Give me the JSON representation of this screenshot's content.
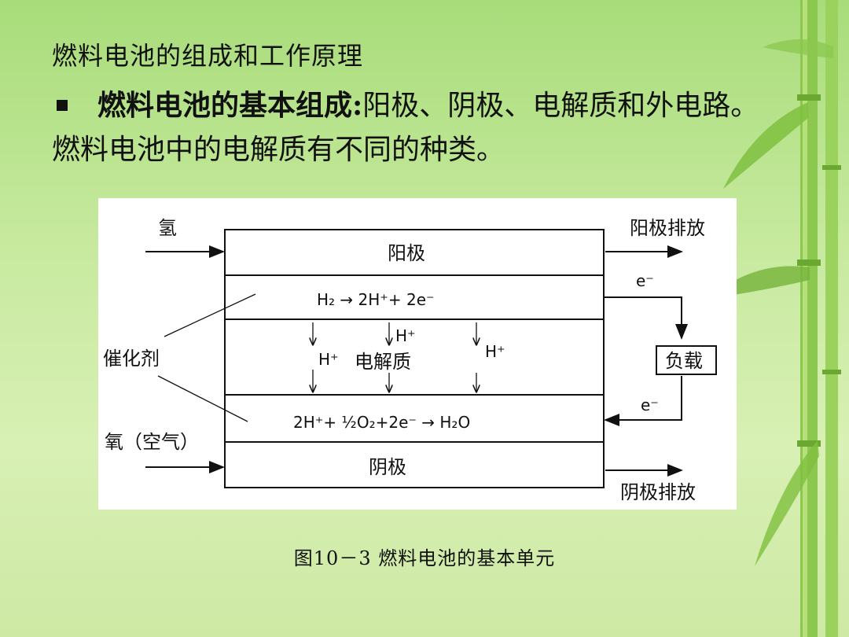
{
  "slide": {
    "title": "燃料电池的组成和工作原理",
    "bullet_bold": "燃料电池的基本组成:",
    "bullet_rest": "阳极、阴极、电解质和外电路。燃料电池中的电解质有不同的种类。"
  },
  "diagram": {
    "input_hydrogen": "氢",
    "input_oxygen": "氧（空气）",
    "catalyst": "催化剂",
    "anode": "阳极",
    "cathode": "阴极",
    "electrolyte": "电解质",
    "anode_reaction": "H₂ → 2H⁺+ 2e⁻",
    "cathode_reaction": "2H⁺+ ½O₂+2e⁻ → H₂O",
    "h_ion_1": "H⁺",
    "h_ion_2": "H⁺",
    "h_ion_3": "H⁺",
    "electron_top": "e⁻",
    "electron_bottom": "e⁻",
    "load": "负载",
    "anode_exhaust": "阳极排放",
    "cathode_exhaust": "阴极排放"
  },
  "caption": "图10－3 燃料电池的基本单元",
  "colors": {
    "background": "#c8eaa0",
    "bamboo": "#7fbf3f",
    "text": "#111111"
  }
}
